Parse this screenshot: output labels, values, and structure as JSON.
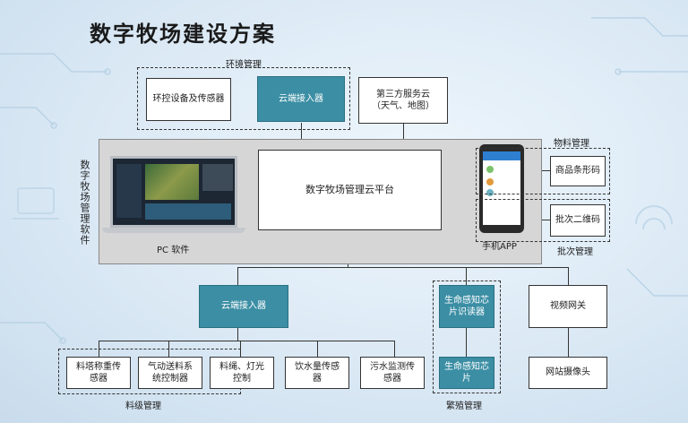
{
  "title": "数字牧场建设方案",
  "groups": {
    "env": "环境管理",
    "material": "物料管理",
    "batch": "批次管理",
    "feed": "料级管理",
    "breed": "繁殖管理"
  },
  "side_label": "数字牧场管理软件",
  "boxes": {
    "env_control": "环控设备及传感器",
    "cloud_top": "云端接入器",
    "third_party": "第三方服务云\n（天气、地图）",
    "platform": "数字牧场管理云平台",
    "pc_label": "PC 软件",
    "app_label": "手机APP",
    "barcode": "商品条形码",
    "qrcode": "批次二维码",
    "cloud_bottom": "云端接入器",
    "chip_reader": "生命感知芯\n片识读器",
    "video_gateway": "视频网关",
    "tower_weigh": "料塔称重传\n感器",
    "pneumatic": "气动送料系\n统控制器",
    "feed_light": "料绳、灯光\n控制",
    "water": "饮水量传感\n器",
    "sewage": "污水监测传\n感器",
    "chip": "生命感知芯\n片",
    "camera": "网站摄像头"
  }
}
